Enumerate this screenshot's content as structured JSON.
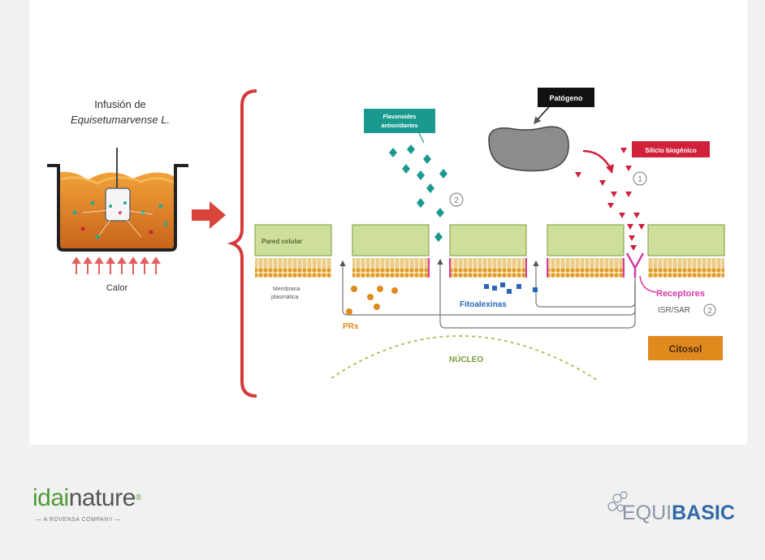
{
  "infusion": {
    "title_line1": "Infusión de",
    "title_line2": "Equisetumarvense L.",
    "heat_label": "Calor"
  },
  "cell": {
    "wall_label": "Pared celular",
    "membrane_label_line1": "Membrana",
    "membrane_label_line2": "plasmática",
    "nucleus_label": "NÚCLEO",
    "cytosol_label": "Citosol",
    "prs_label": "PRs",
    "phytoalexins_label": "Fitoalexinas",
    "receptors_label": "Receptores",
    "isr_sar_label": "ISR/SAR",
    "isr_sar_number": "2"
  },
  "tags": {
    "flavonoids_line1": "Flavonoides",
    "flavonoids_line2": "antioxidantes",
    "flavonoids_number": "2",
    "pathogen": "Patógeno",
    "silicon": "Silicio biogénico",
    "silicon_number": "1"
  },
  "logos": {
    "idai_part1": "idai",
    "idai_part2": "nature",
    "idai_sub": "— A ROVENSA COMPANY —",
    "equi_part1": "EQUI",
    "equi_part2": "BASIC"
  },
  "colors": {
    "flavonoid": "#1a9a8e",
    "silicon": "#d0203a",
    "pathogen": "#888888",
    "receptor": "#d63aa5",
    "prs": "#e08a1e",
    "phytoalexin": "#2a66b8",
    "cytosol": "#e08a1e",
    "wall": "#cddf9a",
    "arrow": "#d9453a"
  }
}
